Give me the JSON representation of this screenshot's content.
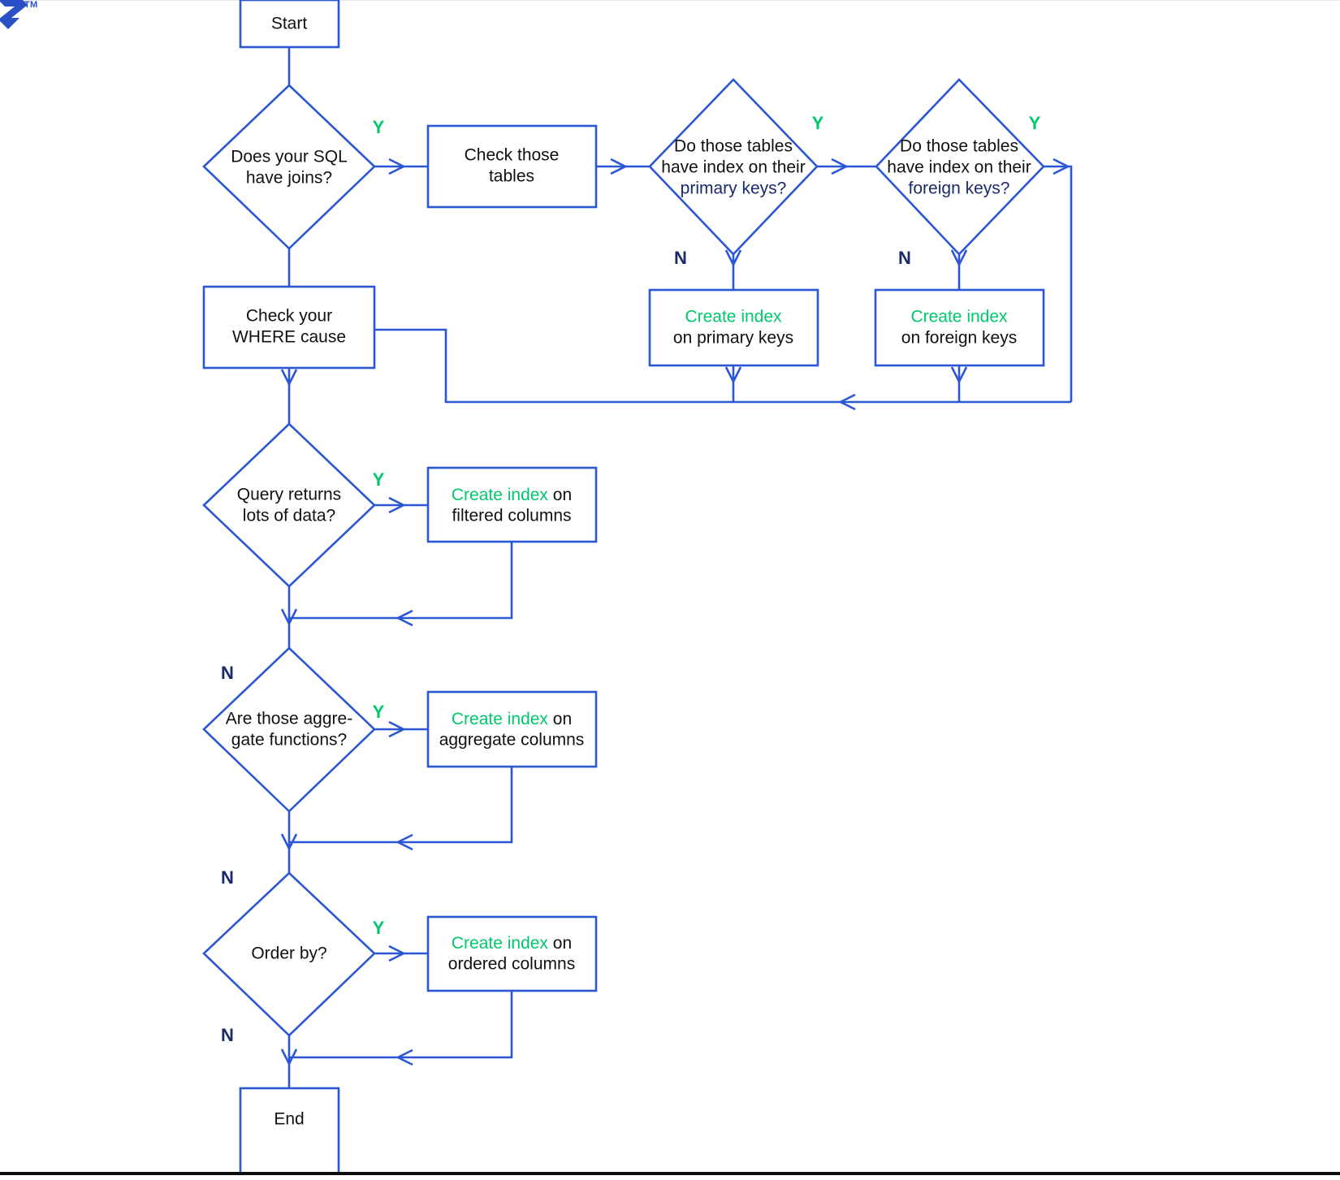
{
  "brand": {
    "logo_icon": "chevron-logo-icon",
    "trademark": "TM",
    "logo_color": "#2B4FC4"
  },
  "colors": {
    "stroke": "#2B57D4",
    "yes_label": "#00C96B",
    "no_label": "#1B2A6B",
    "accent_green": "#00C96B",
    "accent_navy": "#1B2A6B",
    "text": "#111111",
    "background": "#FFFFFF"
  },
  "chart_data": {
    "type": "flowchart",
    "title": "SQL index decision flowchart",
    "nodes": [
      {
        "id": "start",
        "shape": "rect",
        "text": "Start"
      },
      {
        "id": "has_joins",
        "shape": "diamond",
        "text": "Does your SQL have joins?"
      },
      {
        "id": "check_tables",
        "shape": "rect",
        "text": "Check those tables"
      },
      {
        "id": "has_pk_index",
        "shape": "diamond",
        "text": "Do those tables have index on their primary keys?"
      },
      {
        "id": "has_fk_index",
        "shape": "diamond",
        "text": "Do those tables have index on their foreign keys?"
      },
      {
        "id": "create_pk_index",
        "shape": "rect",
        "text": "Create index on primary keys"
      },
      {
        "id": "create_fk_index",
        "shape": "rect",
        "text": "Create index on foreign keys"
      },
      {
        "id": "check_where",
        "shape": "rect",
        "text": "Check your WHERE cause"
      },
      {
        "id": "lots_of_data",
        "shape": "diamond",
        "text": "Query returns lots of data?"
      },
      {
        "id": "create_filtered",
        "shape": "rect",
        "text": "Create index on filtered columns"
      },
      {
        "id": "aggregate_fns",
        "shape": "diamond",
        "text": "Are those aggre-gate functions?"
      },
      {
        "id": "create_aggregate",
        "shape": "rect",
        "text": "Create index on aggregate columns"
      },
      {
        "id": "order_by",
        "shape": "diamond",
        "text": "Order by?"
      },
      {
        "id": "create_ordered",
        "shape": "rect",
        "text": "Create index on ordered columns"
      },
      {
        "id": "end",
        "shape": "rect",
        "text": "End"
      }
    ],
    "edges": [
      {
        "from": "start",
        "to": "has_joins",
        "label": ""
      },
      {
        "from": "has_joins",
        "to": "check_tables",
        "label": "Y"
      },
      {
        "from": "has_joins",
        "to": "check_where",
        "label": ""
      },
      {
        "from": "check_tables",
        "to": "has_pk_index",
        "label": ""
      },
      {
        "from": "has_pk_index",
        "to": "has_fk_index",
        "label": "Y"
      },
      {
        "from": "has_pk_index",
        "to": "create_pk_index",
        "label": "N"
      },
      {
        "from": "has_fk_index",
        "to": "create_fk_index",
        "label": "N"
      },
      {
        "from": "has_fk_index",
        "to": "merge_top",
        "label": "Y"
      },
      {
        "from": "create_pk_index",
        "to": "merge_top",
        "label": ""
      },
      {
        "from": "create_fk_index",
        "to": "merge_top",
        "label": ""
      },
      {
        "from": "check_where",
        "to": "lots_of_data",
        "label": ""
      },
      {
        "from": "lots_of_data",
        "to": "create_filtered",
        "label": "Y"
      },
      {
        "from": "lots_of_data",
        "to": "aggregate_fns",
        "label": "N"
      },
      {
        "from": "create_filtered",
        "to": "aggregate_fns",
        "label": ""
      },
      {
        "from": "aggregate_fns",
        "to": "create_aggregate",
        "label": "Y"
      },
      {
        "from": "aggregate_fns",
        "to": "order_by",
        "label": "N"
      },
      {
        "from": "create_aggregate",
        "to": "order_by",
        "label": ""
      },
      {
        "from": "order_by",
        "to": "create_ordered",
        "label": "Y"
      },
      {
        "from": "order_by",
        "to": "end",
        "label": "N"
      },
      {
        "from": "create_ordered",
        "to": "end",
        "label": ""
      }
    ]
  },
  "nodes": {
    "start": {
      "label": "Start"
    },
    "has_joins": {
      "line1": "Does your SQL",
      "line2": "have joins?"
    },
    "check_tables": {
      "line1": "Check those",
      "line2": "tables"
    },
    "has_pk_index": {
      "line1": "Do those tables",
      "line2": "have index on their",
      "line3": "primary keys?"
    },
    "has_fk_index": {
      "line1": "Do those tables",
      "line2": "have index on their",
      "line3": "foreign keys?"
    },
    "create_pk_index": {
      "line1": "Create index",
      "line2": "on primary keys"
    },
    "create_fk_index": {
      "line1": "Create index",
      "line2": "on foreign keys"
    },
    "check_where": {
      "line1": "Check your",
      "line2": "WHERE cause"
    },
    "lots_of_data": {
      "line1": "Query returns",
      "line2": "lots of data?"
    },
    "create_filtered": {
      "line1a": "Create index",
      "line1b": " on",
      "line2": "filtered columns"
    },
    "aggregate_fns": {
      "line1": "Are those aggre-",
      "line2": "gate functions?"
    },
    "create_aggregate": {
      "line1a": "Create index",
      "line1b": " on",
      "line2": "aggregate columns"
    },
    "order_by": {
      "line1": "Order by?"
    },
    "create_ordered": {
      "line1a": "Create index",
      "line1b": " on",
      "line2": "ordered columns"
    },
    "end": {
      "label": "End"
    }
  },
  "labels": {
    "yes": "Y",
    "no": "N"
  }
}
